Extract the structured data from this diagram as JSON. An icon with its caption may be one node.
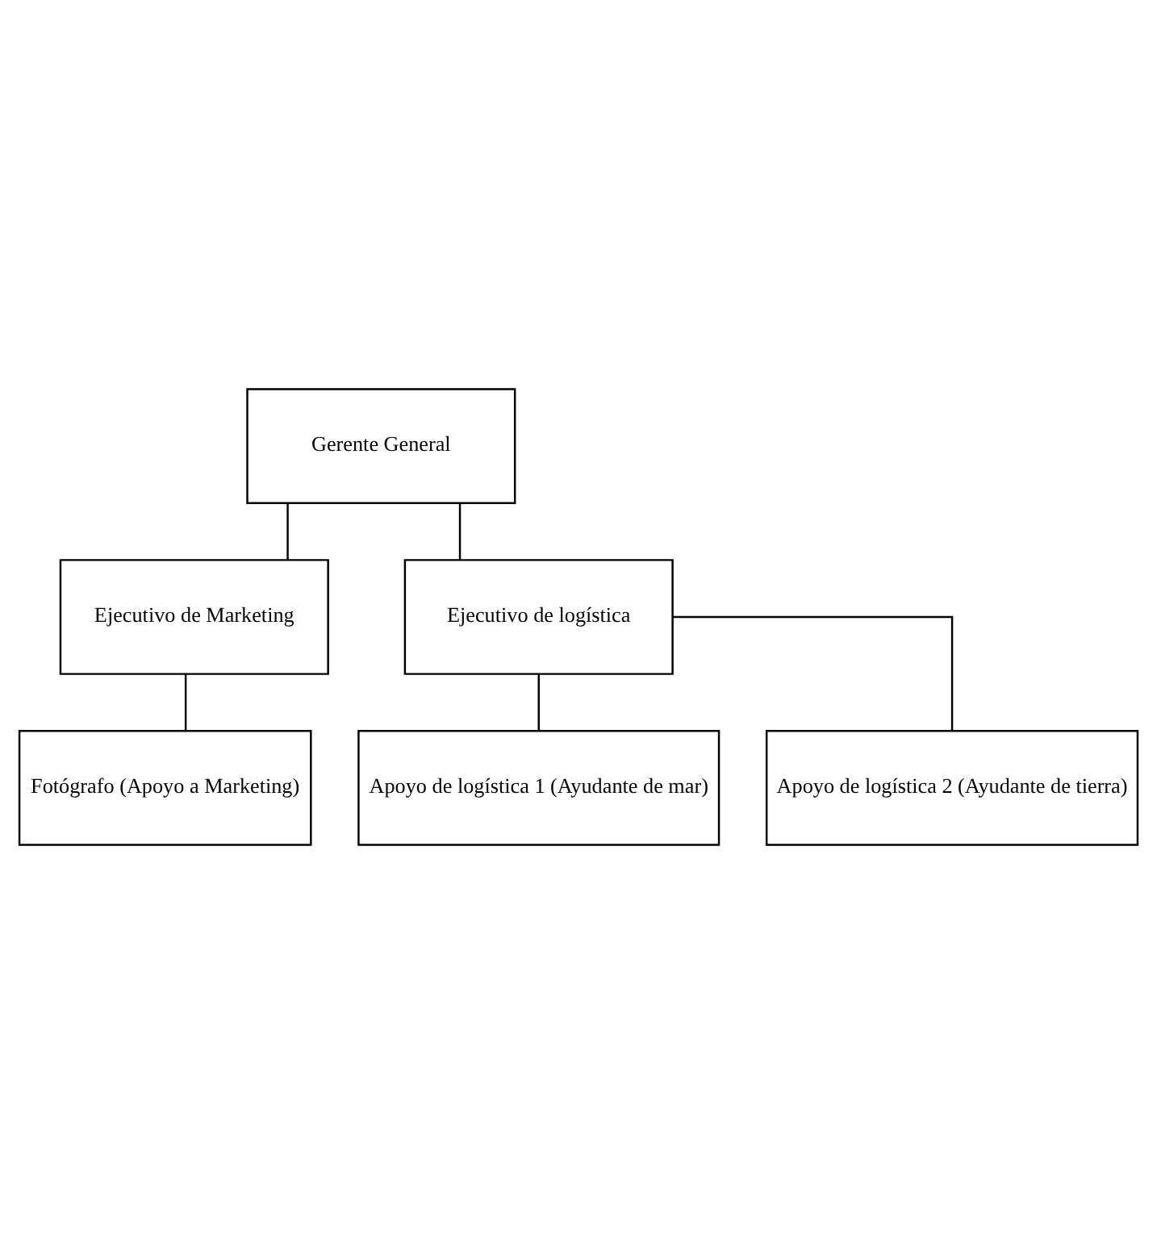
{
  "diagram": {
    "nodes": [
      {
        "text": [
          "Gerente General"
        ]
      },
      {
        "text": [
          "Ejecutivo de Marketing"
        ]
      },
      {
        "text": [
          "Ejecutivo de logística"
        ]
      },
      {
        "text": [
          "Fotógrafo (Apoyo a Marketing)"
        ]
      },
      {
        "text": [
          "Apoyo de logística 1 (Ayudante de mar)"
        ]
      },
      {
        "text": [
          "Apoyo de logística 2 (Ayudante de tierra)"
        ]
      }
    ],
    "edges": [
      {
        "from": 0,
        "to": 1,
        "arrow": "none"
      },
      {
        "from": 0,
        "to": 2,
        "arrow": "none"
      },
      {
        "from": 1,
        "to": 3,
        "arrow": "none"
      },
      {
        "from": 2,
        "to": 4,
        "arrow": "none"
      },
      {
        "from": 2,
        "to": 5,
        "arrow": "none"
      }
    ]
  }
}
